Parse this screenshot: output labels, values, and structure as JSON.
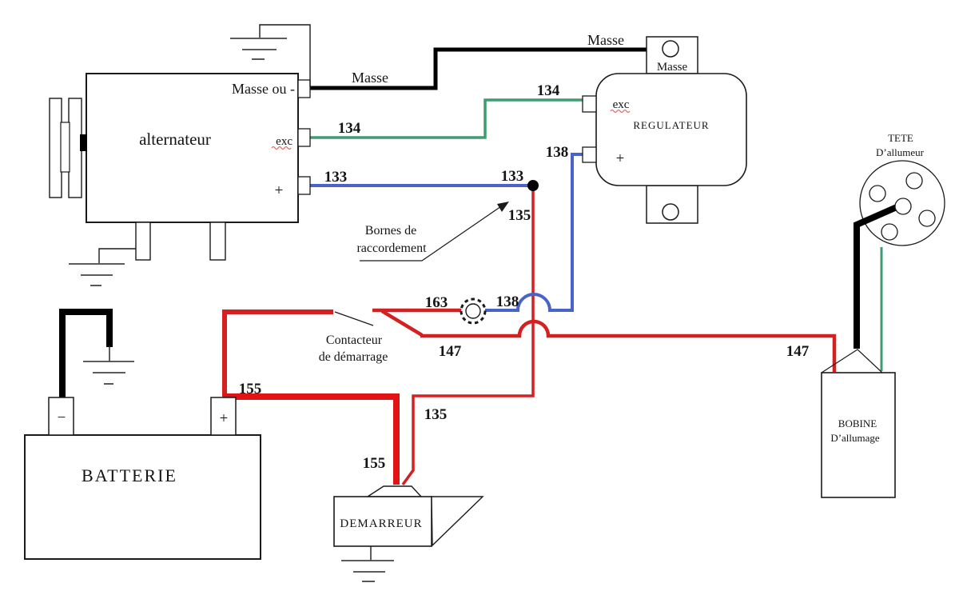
{
  "colors": {
    "wire_black": "#000000",
    "wire_red": "#d42020",
    "wire_red_thick": "#e01414",
    "wire_blue": "#4a63c8",
    "wire_green": "#3f9b72",
    "battery_plus": "#b04040",
    "squiggle": "#e06868",
    "outline": "#1a1a1a"
  },
  "components": {
    "alternateur": {
      "title": "alternateur",
      "t_masse": "Masse ou -",
      "t_exc": "exc",
      "t_plus": "+"
    },
    "regulateur": {
      "title": "REGULATEUR",
      "t_exc": "exc",
      "t_plus": "+",
      "tab_masse": "Masse"
    },
    "batterie": {
      "title": "BATTERIE",
      "t_minus": "−",
      "t_plus": "+"
    },
    "demarreur": {
      "title": "DEMARREUR"
    },
    "bobine": {
      "title1": "BOBINE",
      "title2": "D’allumage"
    },
    "tete": {
      "title1": "TETE",
      "title2": "D’allumeur"
    },
    "contacteur": {
      "title1": "Contacteur",
      "title2": "de démarrage"
    },
    "bornes": {
      "title1": "Bornes de",
      "title2": "raccordement"
    }
  },
  "wire_labels": {
    "masse_alt": "Masse",
    "masse_reg": "Masse",
    "n134_a": "134",
    "n134_b": "134",
    "n133_a": "133",
    "n133_b": "133",
    "n138_a": "138",
    "n138_b": "138",
    "n135_a": "135",
    "n135_b": "135",
    "n163": "163",
    "n147_a": "147",
    "n147_b": "147",
    "n155_a": "155",
    "n155_b": "155"
  }
}
